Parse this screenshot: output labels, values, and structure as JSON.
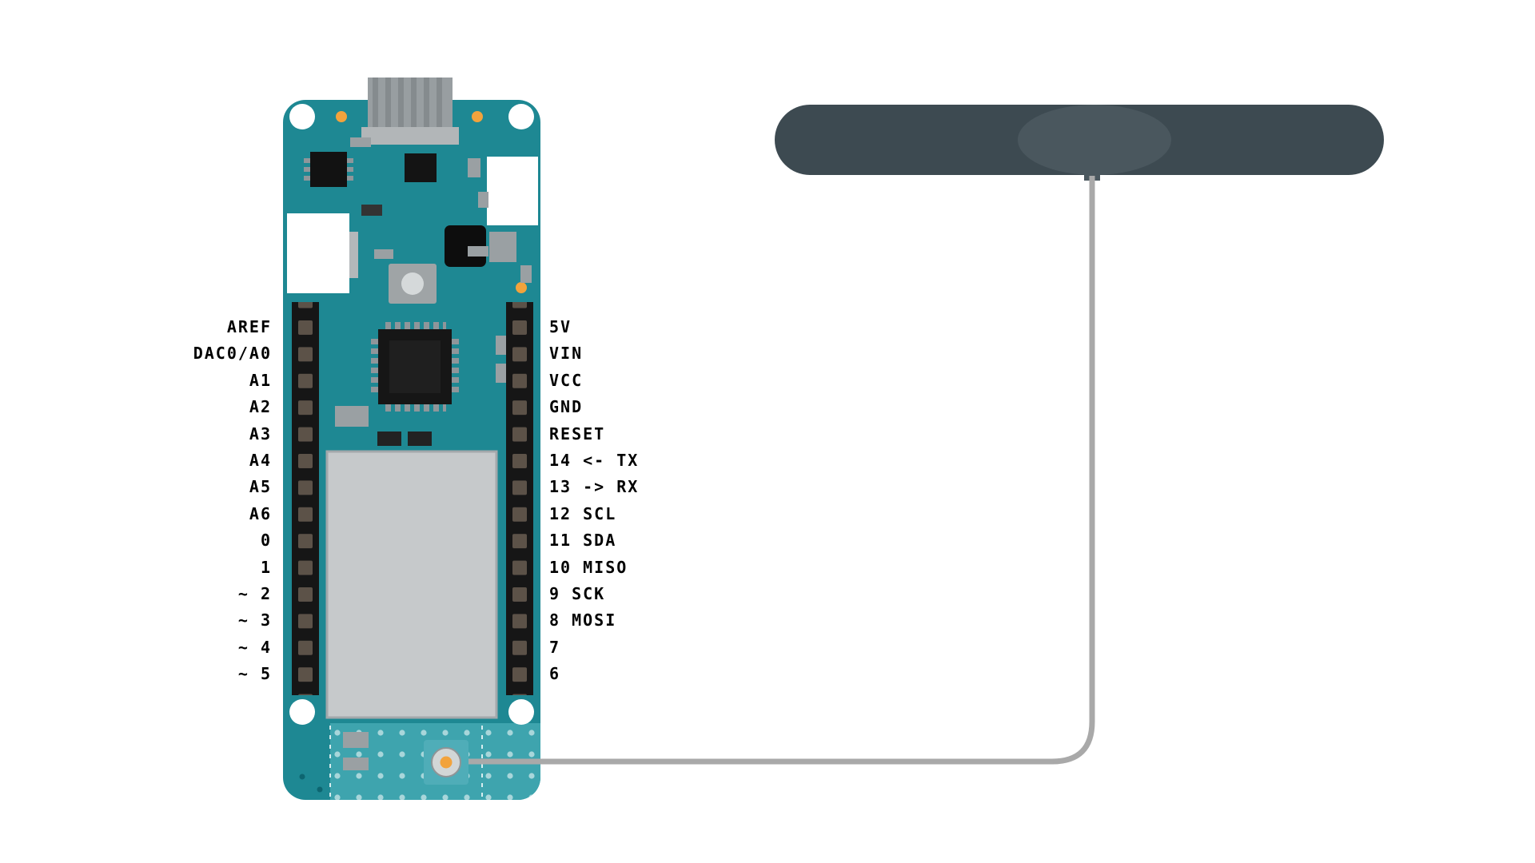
{
  "diagram": {
    "board": {
      "left_pins": [
        "AREF",
        "DAC0/A0",
        "A1",
        "A2",
        "A3",
        "A4",
        "A5",
        "A6",
        "0",
        "1",
        "~ 2",
        "~ 3",
        "~ 4",
        "~ 5"
      ],
      "right_pins": [
        "5V",
        "VIN",
        "VCC",
        "GND",
        "RESET",
        "14 <- TX",
        "13 -> RX",
        "12 SCL",
        "11 SDA",
        "10 MISO",
        "9 SCK",
        "8 MOSI",
        "7",
        "6"
      ]
    },
    "colors": {
      "background": "#ffffff",
      "board_teal": "#1e8893",
      "board_teal_light": "#3ea4ae",
      "shield_gray": "#c6c9cb",
      "header_black": "#161616",
      "pin_bronze": "#5c5248",
      "antenna_dark": "#3d4a51",
      "antenna_highlight": "#4a575e",
      "cable_gray": "#a9a9a9",
      "connector_orange": "#f2a33c",
      "label_black": "#000000"
    }
  }
}
